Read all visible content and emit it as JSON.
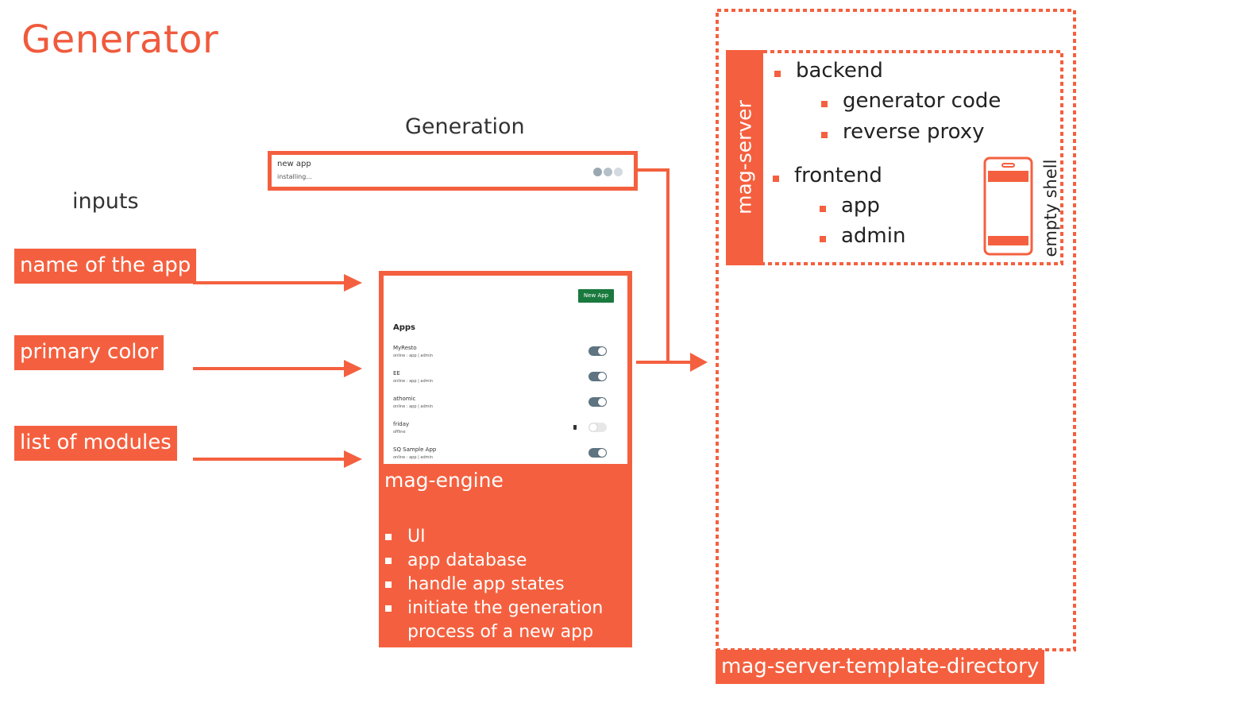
{
  "title": "Generator",
  "generation": {
    "heading": "Generation",
    "card": {
      "name": "new app",
      "status": "installing..."
    }
  },
  "inputs": {
    "heading": "inputs",
    "items": [
      "name of the app",
      "primary color",
      "list of modules"
    ]
  },
  "engine": {
    "new_app_button": "New App",
    "apps_heading": "Apps",
    "apps": [
      {
        "name": "MyResto",
        "status": "online : app | admin",
        "enabled": true,
        "trash": false
      },
      {
        "name": "EE",
        "status": "online : app | admin",
        "enabled": true,
        "trash": false
      },
      {
        "name": "athomic",
        "status": "online : app | admin",
        "enabled": true,
        "trash": false
      },
      {
        "name": "friday",
        "status": "offline",
        "enabled": false,
        "trash": true
      },
      {
        "name": "SQ Sample App",
        "status": "online : app | admin",
        "enabled": true,
        "trash": false
      }
    ],
    "label": "mag-engine",
    "features": [
      "UI",
      "app database",
      "handle app states",
      "initiate the generation",
      "process of a new app"
    ]
  },
  "server": {
    "label": "mag-server",
    "backend": {
      "label": "backend",
      "items": [
        "generator code",
        "reverse proxy"
      ]
    },
    "frontend": {
      "label": "frontend",
      "items": [
        "app",
        "admin"
      ]
    },
    "shell_label": "empty shell"
  },
  "template_directory": {
    "label": "mag-server-template-directory"
  },
  "colors": {
    "accent": "#f4603f",
    "button_green": "#1a7a3e",
    "toggle_on": "#5e7481"
  }
}
